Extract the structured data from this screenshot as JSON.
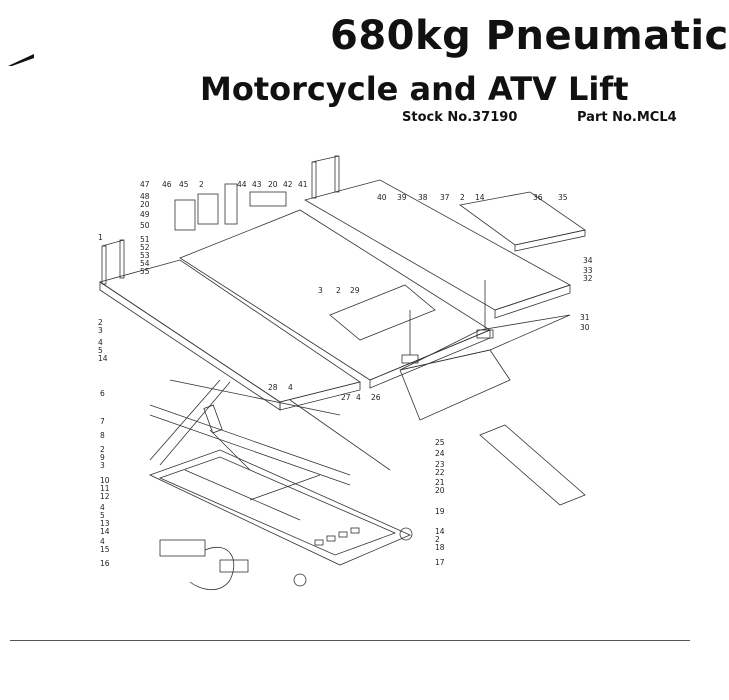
{
  "header": {
    "title_line1": "680kg Pneumatic",
    "title_line2": "Motorcycle and ATV Lift",
    "stock_number": "Stock No.37190",
    "part_number": "Part No.MCL4"
  },
  "diagram": {
    "callouts": [
      "1",
      "2",
      "3",
      "4",
      "5",
      "14",
      "6",
      "7",
      "8",
      "2",
      "9",
      "3",
      "10",
      "11",
      "12",
      "4",
      "5",
      "13",
      "14",
      "4",
      "15",
      "16",
      "47",
      "46",
      "45",
      "2",
      "48",
      "20",
      "49",
      "50",
      "51",
      "52",
      "53",
      "54",
      "55",
      "44",
      "43",
      "20",
      "42",
      "41",
      "40",
      "39",
      "38",
      "37",
      "2",
      "14",
      "36",
      "35",
      "34",
      "33",
      "32",
      "3",
      "2",
      "29",
      "28",
      "4",
      "27",
      "4",
      "26",
      "25",
      "24",
      "23",
      "22",
      "21",
      "20",
      "19",
      "31",
      "30",
      "14",
      "2",
      "18",
      "17"
    ]
  },
  "colors": {
    "ink": "#111111",
    "line": "#333333",
    "rule": "#555555"
  }
}
